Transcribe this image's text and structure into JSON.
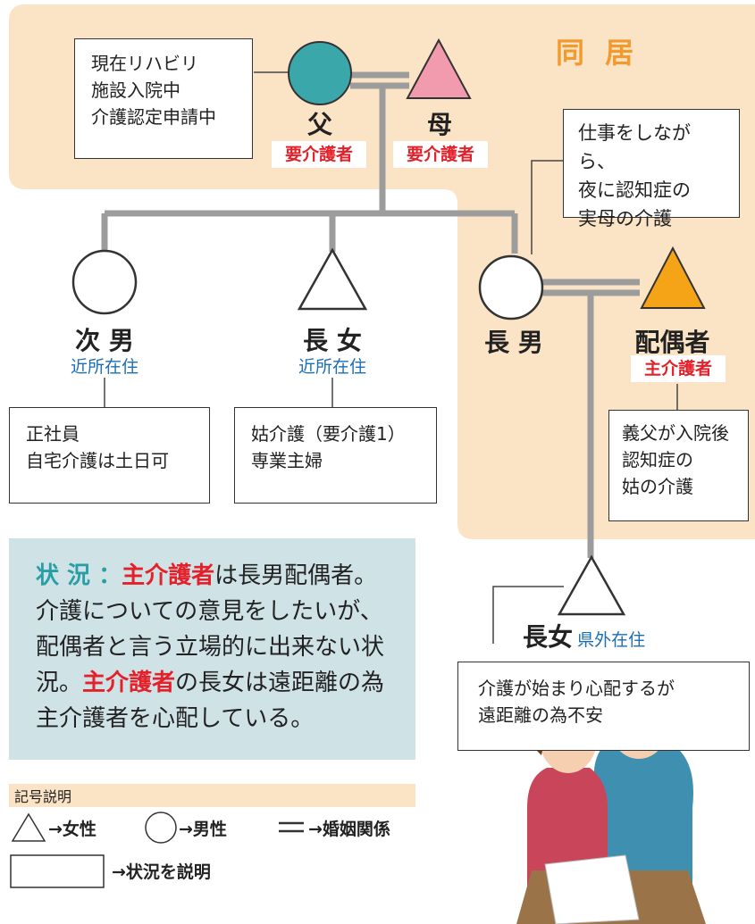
{
  "cohabit_label": "同 居",
  "father": {
    "name": "父",
    "tag": "要介護者",
    "note": "現在リハビリ\n施設入院中\n介護認定申請中"
  },
  "mother": {
    "name": "母",
    "tag": "要介護者"
  },
  "eldest_son": {
    "name": "長 男",
    "note": "仕事をしながら、\n夜に認知症の\n実母の介護"
  },
  "spouse": {
    "name": "配偶者",
    "tag": "主介護者",
    "note": "義父が入院後\n認知症の\n姑の介護"
  },
  "second_son": {
    "name": "次 男",
    "residence": "近所在住",
    "note": "正社員\n自宅介護は土日可"
  },
  "eldest_daughter": {
    "name": "長 女",
    "residence": "近所在住",
    "note": "姑介護（要介護1）\n専業主婦"
  },
  "granddaughter": {
    "name": "長女",
    "residence": "県外在住",
    "note": "介護が始まり心配するが\n遠距離の為不安"
  },
  "situation": {
    "label": "状 況 ：",
    "key1": "主介護者",
    "text1": "は長男配偶者。介護についての意見をしたいが、配偶者と言う立場的に出来ない状況。",
    "key2": "主介護者",
    "text2": "の長女は遠距離の為主介護者を心配している。"
  },
  "legend": {
    "title": "記号説明",
    "female": "→女性",
    "male": "→男性",
    "marriage": "→婚姻関係",
    "box": "→状況を説明"
  },
  "colors": {
    "father": "#3aa7aa",
    "mother": "#f29aae",
    "spouse": "#f5a418",
    "cohabit_bg": "#fbe3c6",
    "line": "#9c9c9c",
    "accent": "#e4212a",
    "blue": "#1b6fb5",
    "orange": "#f29a2e"
  }
}
